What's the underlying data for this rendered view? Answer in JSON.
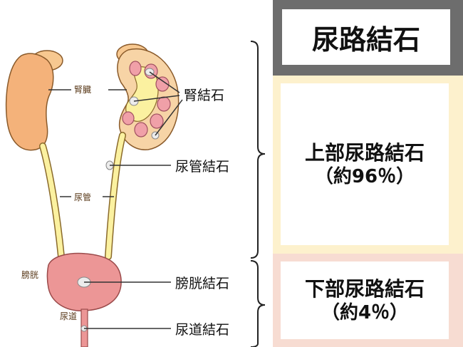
{
  "labels": {
    "kidney": "腎臓",
    "ureter": "尿管",
    "bladder": "膀胱",
    "urethra": "尿道",
    "kidney_stone": "腎結石",
    "ureter_stone": "尿管結石",
    "bladder_stone": "膀胱結石",
    "urethra_stone": "尿道結石"
  },
  "panels": {
    "title": "尿路結石",
    "upper": {
      "heading": "上部尿路結石",
      "share": "（約96％）"
    },
    "lower": {
      "heading": "下部尿路結石",
      "share": "（約4％）"
    }
  },
  "colors": {
    "kidney": "#f4b27a",
    "adrenal": "#f7c890",
    "ureter": "#fbf1a0",
    "calyx": "#f0a0a8",
    "bladder": "#ec9696",
    "stone": "#ececec"
  }
}
